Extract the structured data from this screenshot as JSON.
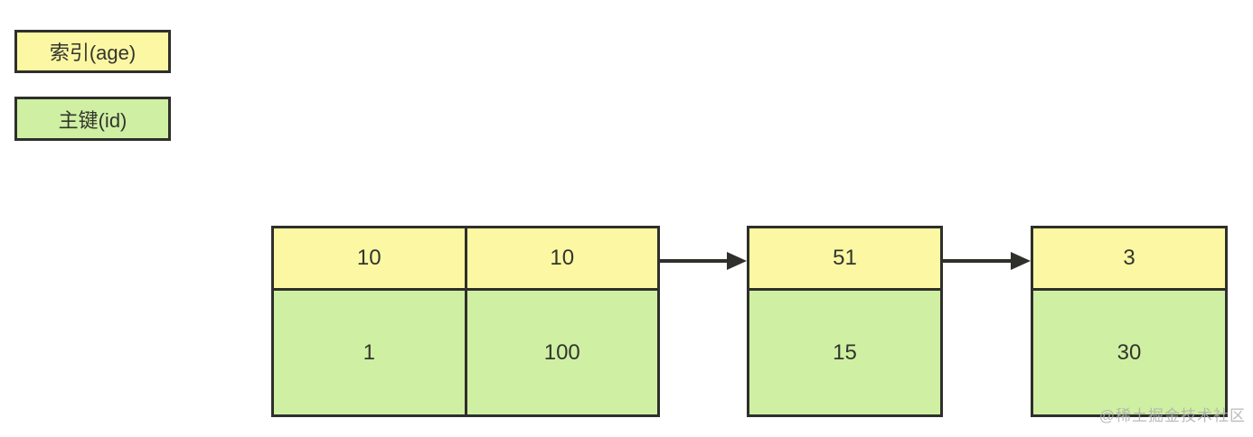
{
  "legend": {
    "index_label": "索引(age)",
    "primary_key_label": "主键(id)"
  },
  "diagram": {
    "type": "secondary-index-leaf-node-linked-list",
    "nodes": [
      {
        "entries": [
          {
            "index_age": "10",
            "primary_key_id": "1"
          },
          {
            "index_age": "10",
            "primary_key_id": "100"
          }
        ]
      },
      {
        "entries": [
          {
            "index_age": "51",
            "primary_key_id": "15"
          }
        ]
      },
      {
        "entries": [
          {
            "index_age": "3",
            "primary_key_id": "30"
          }
        ]
      }
    ],
    "connectors": [
      "node1-to-node2",
      "node2-to-node3"
    ]
  },
  "watermark": "@稀土掘金技术社区",
  "colors": {
    "index_fill": "#fbf7a3",
    "primary_key_fill": "#cff0a3",
    "border": "#2f2f2b",
    "text": "#33352d",
    "watermark": "#afafaf"
  }
}
